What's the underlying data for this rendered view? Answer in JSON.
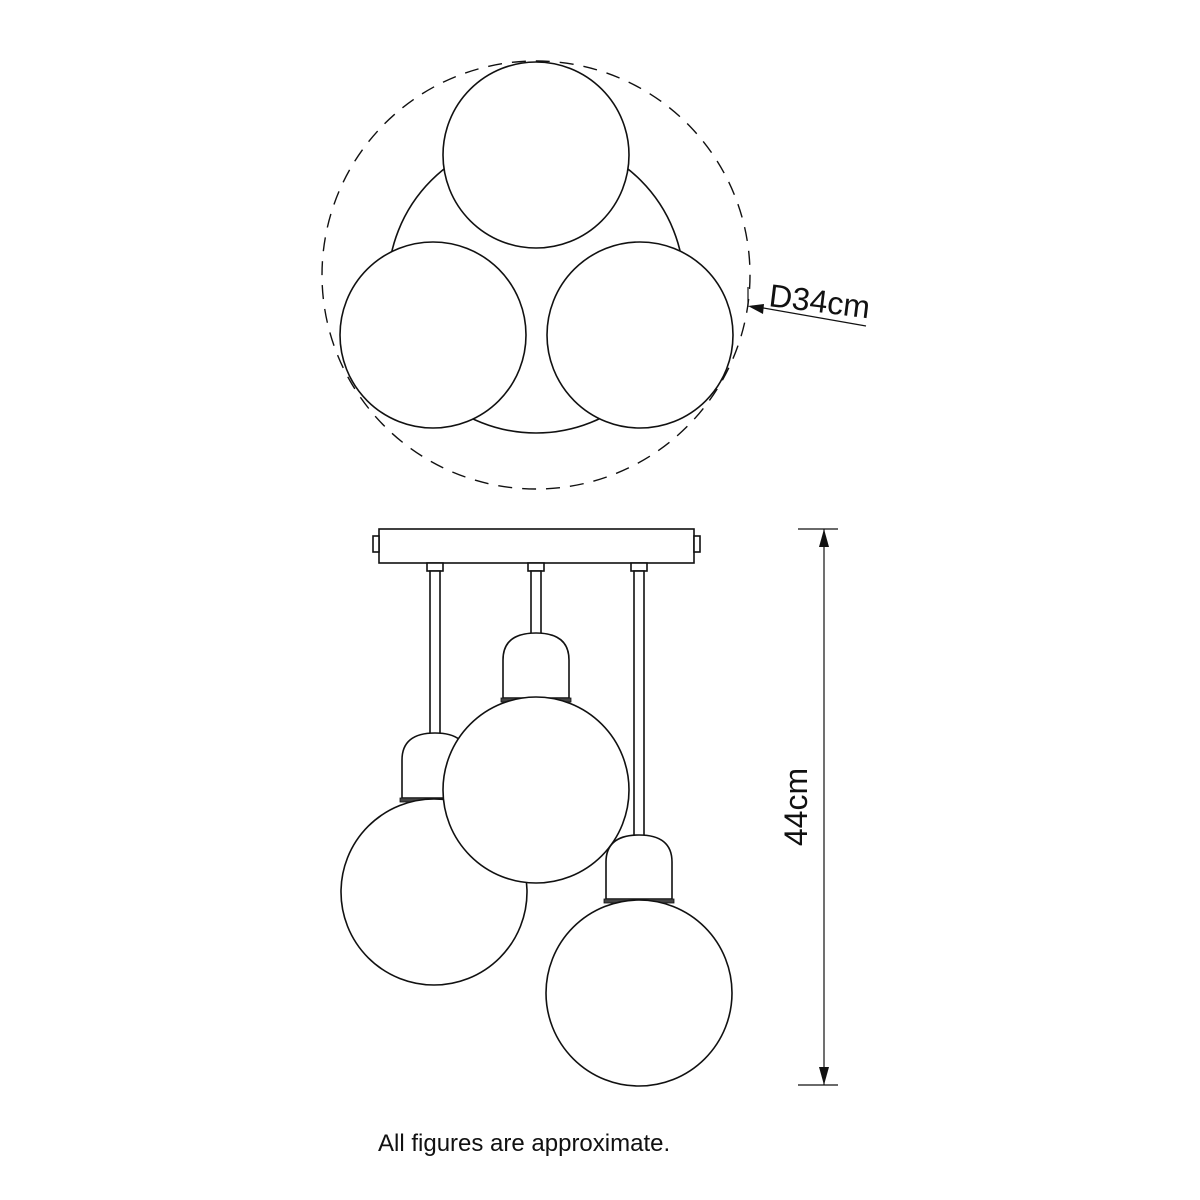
{
  "diagram": {
    "top_view": {
      "diameter_label": "D34cm"
    },
    "side_view": {
      "height_label": "44cm"
    },
    "caption": "All figures are approximate.",
    "line_color": "#111111",
    "background_color": "#ffffff"
  }
}
